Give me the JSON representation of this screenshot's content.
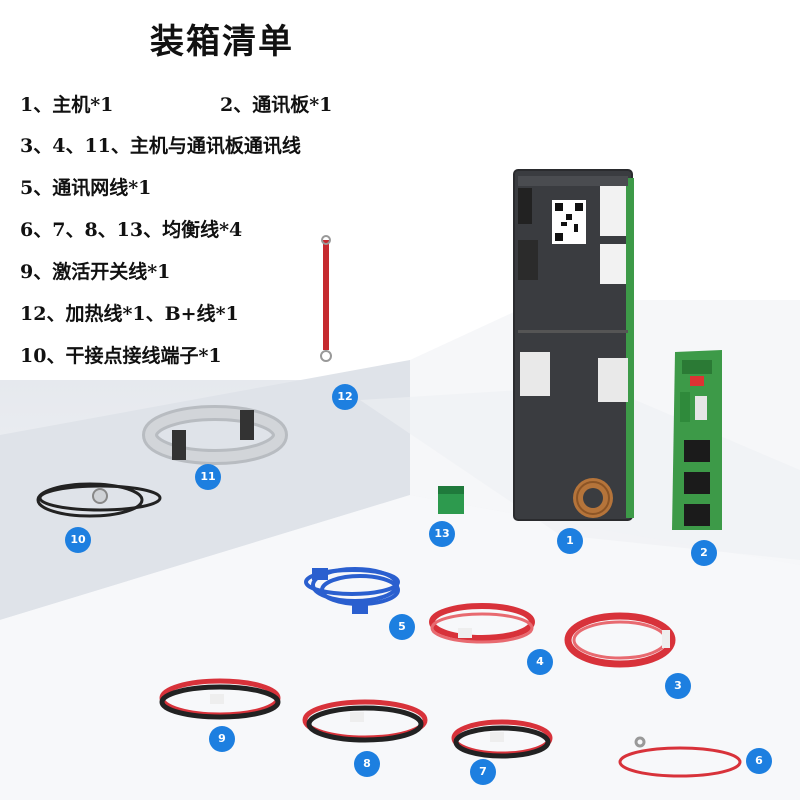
{
  "title": "装箱清单",
  "list": {
    "l1a": "1、主机*1",
    "l1b": "2、通讯板*1",
    "l2": "3、4、11、主机与通讯板通讯线",
    "l3": "5、通讯网线*1",
    "l4": "6、7、8、13、均衡线*4",
    "l5": "9、激活开关线*1",
    "l6": "12、加热线*1、B+线*1",
    "l7": "10、干接点接线端子*1"
  },
  "badges": {
    "b1": "1",
    "b2": "2",
    "b3": "3",
    "b4": "4",
    "b5": "5",
    "b6": "6",
    "b7": "7",
    "b8": "8",
    "b9": "9",
    "b10": "10",
    "b11": "11",
    "b12": "12",
    "b13": "13"
  },
  "colors": {
    "badge": "#1d7fe0",
    "board": "#3a3a3a",
    "pcb_green": "#3d9a48",
    "cable_red": "#d8323a",
    "cable_blue": "#2a5fcf"
  },
  "icons": [
    "bms-main-board",
    "communication-board",
    "ribbon-cable",
    "network-cable",
    "balance-cable",
    "switch-cable",
    "terminal-block",
    "b-plus-cable"
  ]
}
